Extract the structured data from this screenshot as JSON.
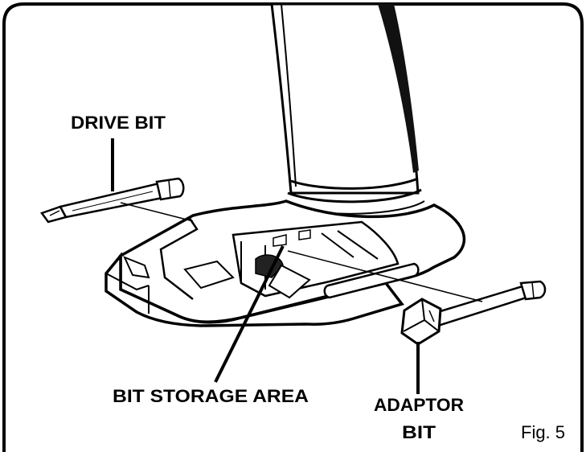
{
  "labels": {
    "drive_bit": "DRIVE BIT",
    "bit_storage_area": "BIT STORAGE AREA",
    "adaptor_bit_line1": "ADAPTOR",
    "adaptor_bit_line2": "BIT",
    "figure": "Fig. 5"
  },
  "colors": {
    "ink": "#000000",
    "paper": "#ffffff",
    "handle_stripe": "#111111"
  }
}
